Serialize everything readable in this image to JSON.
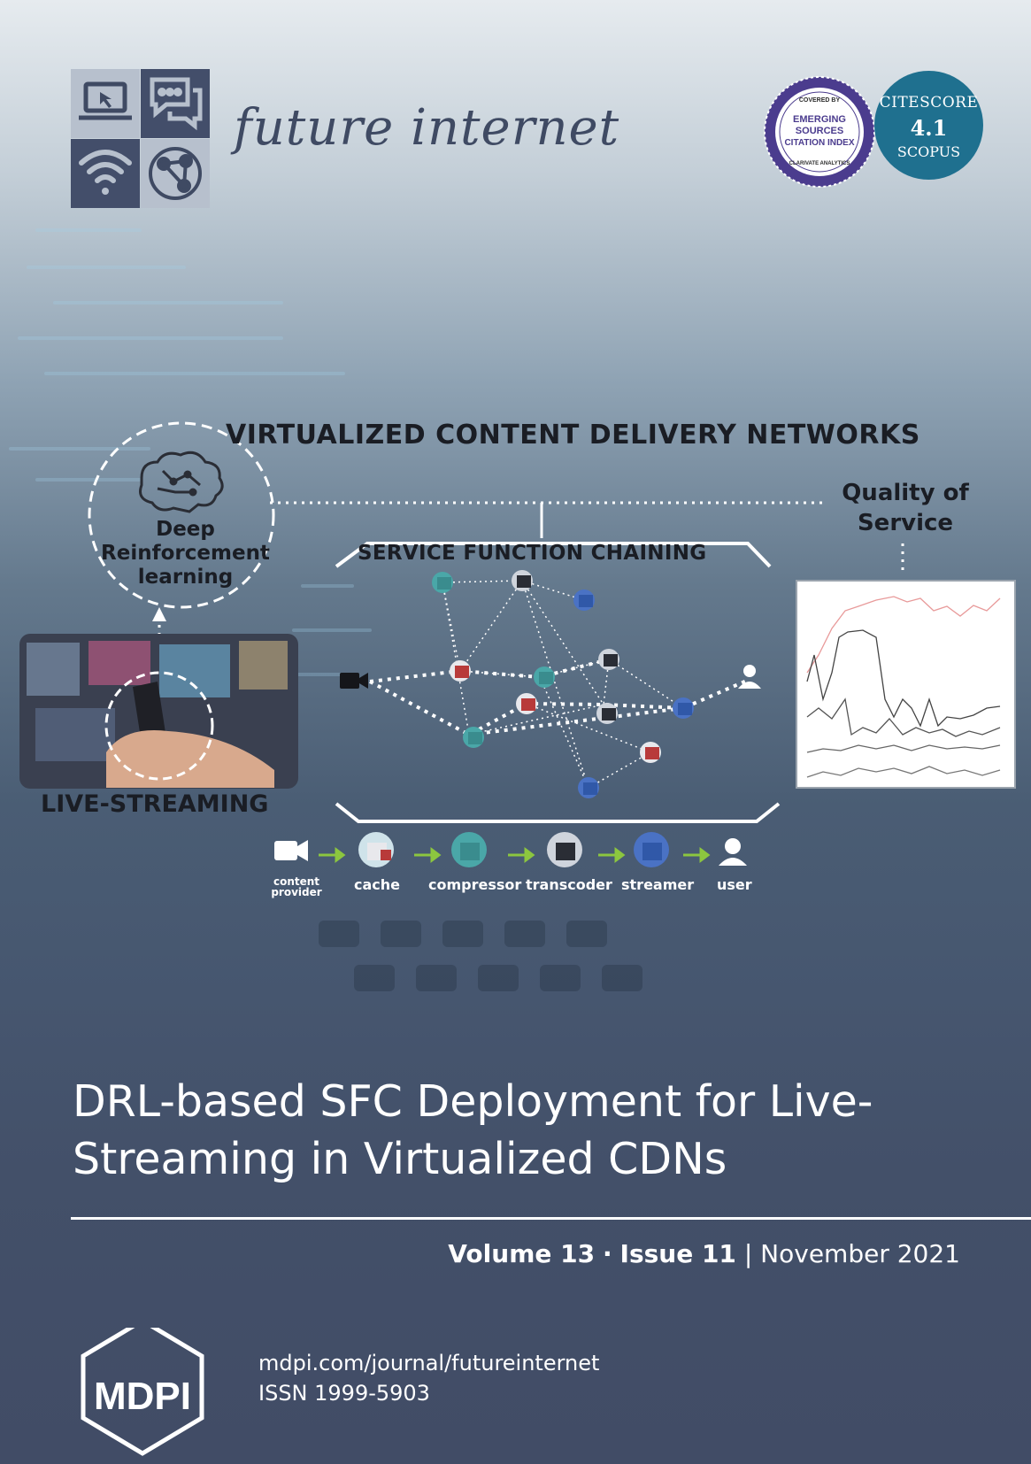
{
  "journal": {
    "name": "future internet"
  },
  "badges": {
    "esci": {
      "top": "COVERED BY",
      "line1": "EMERGING",
      "line2": "SOURCES",
      "line3": "CITATION INDEX",
      "bottom": "CLARIVATE ANALYTICS"
    },
    "citescore": {
      "label": "CITESCORE",
      "value": "4.1",
      "source": "SCOPUS"
    }
  },
  "figure": {
    "title": "VIRTUALIZED CONTENT DELIVERY NETWORKS",
    "drl_label": "Deep Reinforcement learning",
    "qos_label": "Quality of Service",
    "sfc_label": "SERVICE FUNCTION CHAINING",
    "live_label": "LIVE-STREAMING",
    "chain": {
      "provider": "content provider",
      "cache": "cache",
      "compressor": "compressor",
      "transcoder": "transcoder",
      "streamer": "streamer",
      "user": "user"
    }
  },
  "article": {
    "title": "DRL-based SFC Deployment for Live-Streaming in Virtualized CDNs",
    "volume": "Volume 13",
    "issue": "Issue 11",
    "date": "November 2021"
  },
  "footer": {
    "publisher": "MDPI",
    "url": "mdpi.com/journal/futureinternet",
    "issn": "ISSN 1999-5903"
  },
  "colors": {
    "journal_name": "#3f4a63",
    "citescore_bg": "#1f708f",
    "esci_ring": "#4b3c8e",
    "arrow_green": "#8cc63f",
    "footer_bg": "#414c66"
  }
}
